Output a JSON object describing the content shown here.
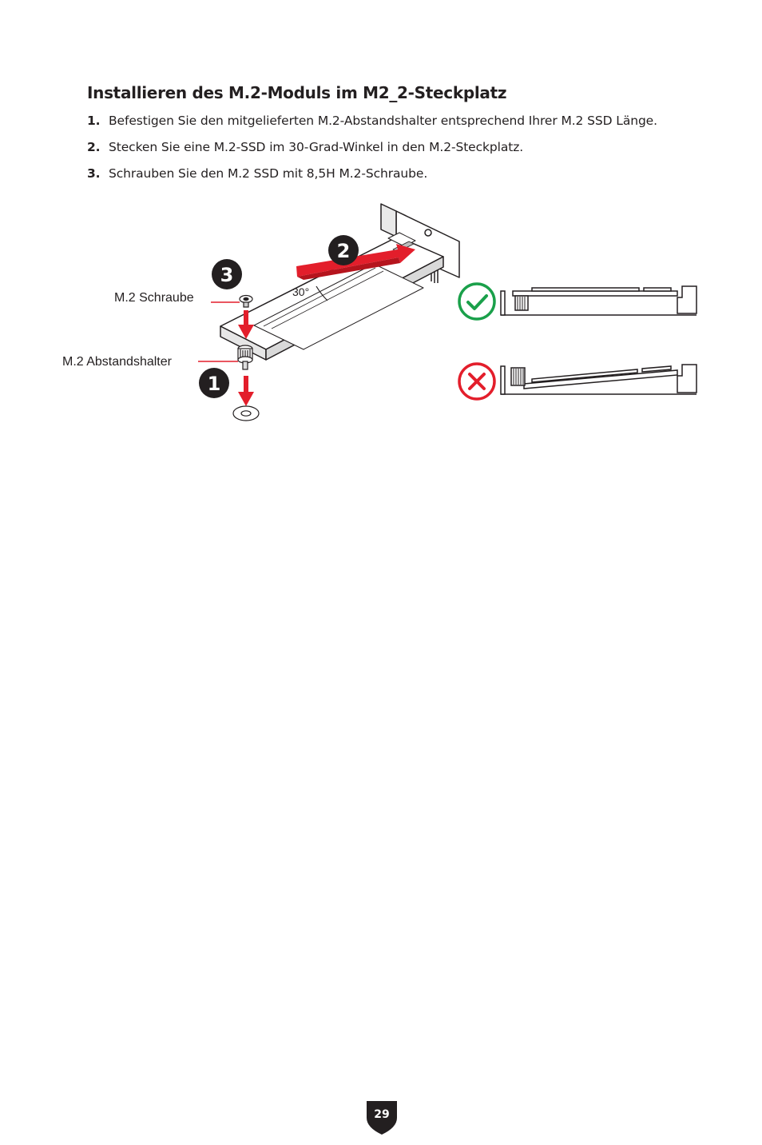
{
  "section": {
    "title": "Installieren des M.2-Moduls im M2_2-Steckplatz"
  },
  "steps": [
    {
      "num": "1.",
      "text": "Befestigen Sie den mitgelieferten M.2-Abstandshalter entsprechend Ihrer M.2 SSD Länge."
    },
    {
      "num": "2.",
      "text": "Stecken Sie eine M.2-SSD im 30-Grad-Winkel in den M.2-Steckplatz."
    },
    {
      "num": "3.",
      "text": "Schrauben Sie den M.2 SSD mit 8,5H M.2-Schraube."
    }
  ],
  "figure": {
    "label_screw": "M.2 Schraube",
    "label_standoff": "M.2 Abstandshalter",
    "angle": "30°",
    "badge_1": "1",
    "badge_2": "2",
    "badge_3": "3",
    "correct_icon": "check-circle-icon",
    "wrong_icon": "x-circle-icon",
    "colors": {
      "arrow": "#e31e2b",
      "correct": "#1aa04a",
      "wrong": "#e31e2b",
      "badge": "#231f20"
    }
  },
  "footer": {
    "page_number": "29"
  }
}
